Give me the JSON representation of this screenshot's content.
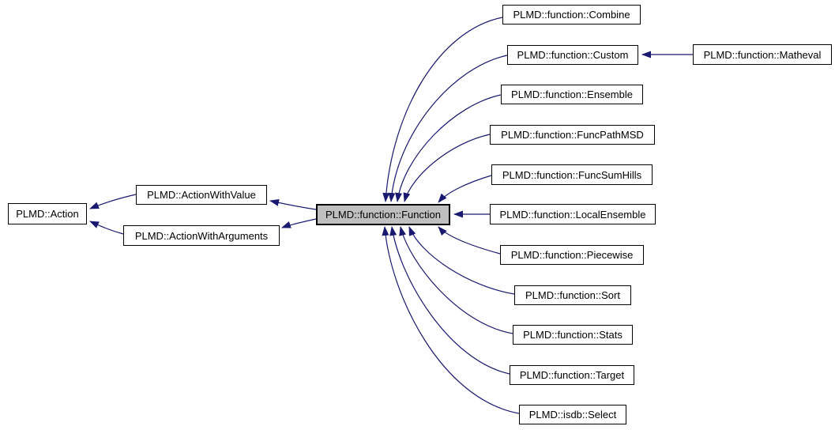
{
  "diagram": {
    "kind": "class-inheritance-graph",
    "colors": {
      "edge": "#191970",
      "node_border": "#000000",
      "node_fill": "#ffffff",
      "highlight_fill": "#bfbfbf",
      "background": "#ffffff"
    },
    "nodes": {
      "action": {
        "label": "PLMD::Action"
      },
      "awv": {
        "label": "PLMD::ActionWithValue"
      },
      "awa": {
        "label": "PLMD::ActionWithArguments"
      },
      "function": {
        "label": "PLMD::function::Function",
        "highlighted": true
      },
      "combine": {
        "label": "PLMD::function::Combine"
      },
      "custom": {
        "label": "PLMD::function::Custom"
      },
      "matheval": {
        "label": "PLMD::function::Matheval"
      },
      "ensemble": {
        "label": "PLMD::function::Ensemble"
      },
      "funcpathmsd": {
        "label": "PLMD::function::FuncPathMSD"
      },
      "funcsumhills": {
        "label": "PLMD::function::FuncSumHills"
      },
      "localensemble": {
        "label": "PLMD::function::LocalEnsemble"
      },
      "piecewise": {
        "label": "PLMD::function::Piecewise"
      },
      "sort": {
        "label": "PLMD::function::Sort"
      },
      "stats": {
        "label": "PLMD::function::Stats"
      },
      "target": {
        "label": "PLMD::function::Target"
      },
      "select": {
        "label": "PLMD::isdb::Select"
      }
    },
    "edges": [
      {
        "derived": "PLMD::ActionWithValue",
        "base": "PLMD::Action"
      },
      {
        "derived": "PLMD::ActionWithArguments",
        "base": "PLMD::Action"
      },
      {
        "derived": "PLMD::function::Function",
        "base": "PLMD::ActionWithValue"
      },
      {
        "derived": "PLMD::function::Function",
        "base": "PLMD::ActionWithArguments"
      },
      {
        "derived": "PLMD::function::Combine",
        "base": "PLMD::function::Function"
      },
      {
        "derived": "PLMD::function::Custom",
        "base": "PLMD::function::Function"
      },
      {
        "derived": "PLMD::function::Matheval",
        "base": "PLMD::function::Custom"
      },
      {
        "derived": "PLMD::function::Ensemble",
        "base": "PLMD::function::Function"
      },
      {
        "derived": "PLMD::function::FuncPathMSD",
        "base": "PLMD::function::Function"
      },
      {
        "derived": "PLMD::function::FuncSumHills",
        "base": "PLMD::function::Function"
      },
      {
        "derived": "PLMD::function::LocalEnsemble",
        "base": "PLMD::function::Function"
      },
      {
        "derived": "PLMD::function::Piecewise",
        "base": "PLMD::function::Function"
      },
      {
        "derived": "PLMD::function::Sort",
        "base": "PLMD::function::Function"
      },
      {
        "derived": "PLMD::function::Stats",
        "base": "PLMD::function::Function"
      },
      {
        "derived": "PLMD::function::Target",
        "base": "PLMD::function::Function"
      },
      {
        "derived": "PLMD::isdb::Select",
        "base": "PLMD::function::Function"
      }
    ]
  }
}
